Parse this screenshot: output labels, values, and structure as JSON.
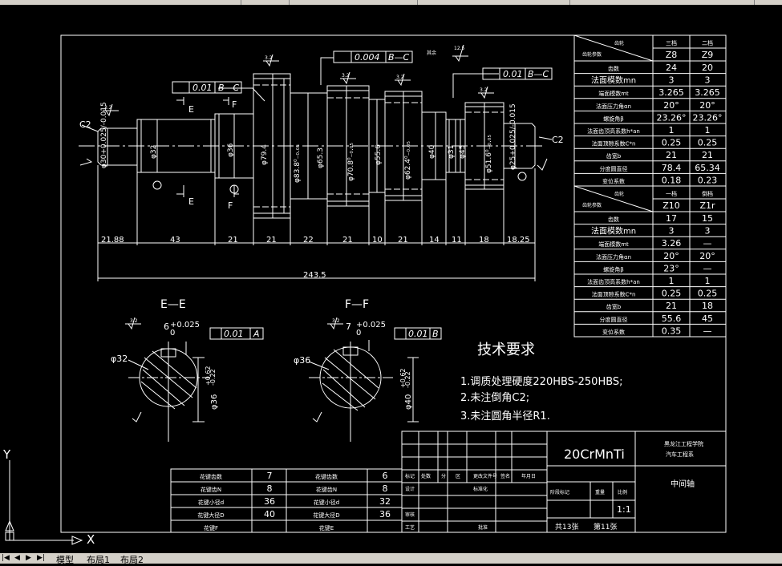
{
  "layout_tabs": {
    "model": "模型",
    "layout1": "布局1",
    "layout2": "布局2"
  },
  "section_views": {
    "ee": {
      "label": "E—E",
      "dia": "φ32",
      "tol_upper": "+0.025",
      "tol_lower": "0",
      "width": "6",
      "sym": "0.01",
      "datum": "A",
      "depth": "φ36",
      "depth_upper": "+0.62",
      "depth_lower": "-0.22",
      "rough": "3.2"
    },
    "ff": {
      "label": "F—F",
      "dia": "φ36",
      "tol_upper": "+0.025",
      "tol_lower": "0",
      "width": "7",
      "sym": "0.01",
      "datum": "B",
      "depth": "φ40",
      "depth_upper": "+0.62",
      "depth_lower": "-0.22",
      "rough": "3.2"
    }
  },
  "tech_requirements": {
    "title": "技术要求",
    "items": [
      "1.调质处理硬度220HBS-250HBS;",
      "2.未注倒角C2;",
      "3.未注圆角半径R1."
    ]
  },
  "shaft": {
    "diameters": [
      "φ30+0.025/-0.015",
      "φ32",
      "φ36",
      "φ79.4",
      "φ83.8⁰₋₀.₀₅",
      "φ65.3",
      "φ70.8⁰₋₀.₀₅",
      "φ55.6",
      "φ62.4⁰₋₀.₀₅",
      "φ40",
      "φ31",
      "φ45",
      "φ51.6⁰₋₀.₀₅",
      "φ25+0.025/-0.015"
    ],
    "lengths": [
      "21.88",
      "43",
      "21",
      "21",
      "22",
      "21",
      "10",
      "21",
      "14",
      "11",
      "18",
      "18.25"
    ],
    "total": "243.5",
    "chamfer_left": "C2",
    "chamfer_right": "C2",
    "runout_left": {
      "value": "0.01",
      "datum": "B—C"
    },
    "flatness_top": {
      "value": "0.004",
      "datum": "B—C"
    },
    "runout_right": {
      "value": "0.01",
      "datum": "B—C"
    },
    "rough_values": [
      "3.2",
      "3.2",
      "3.2",
      "3.2",
      "3.2",
      "3.2",
      "12.5"
    ],
    "other_label": "其余",
    "section_e": "E",
    "section_f": "F",
    "datum_b": "B",
    "datum_c": "C"
  },
  "gear_table_top": {
    "head_left": "齿轮",
    "head_left2": "齿轮参数",
    "col_a": "三档",
    "col_b": "二档",
    "rows": [
      [
        "",
        "Z8",
        "Z9"
      ],
      [
        "齿数",
        "24",
        "20"
      ],
      [
        "法面模数mn",
        "3",
        "3"
      ],
      [
        "端面模数mt",
        "3.265",
        "3.265"
      ],
      [
        "法面压力角αn",
        "20°",
        "20°"
      ],
      [
        "螺旋角β",
        "23.26°",
        "23.26°"
      ],
      [
        "法面齿顶高系数h*an",
        "1",
        "1"
      ],
      [
        "法面顶隙系数C*n",
        "0.25",
        "0.25"
      ],
      [
        "齿宽b",
        "21",
        "21"
      ],
      [
        "分度圆直径",
        "78.4",
        "65.34"
      ],
      [
        "变位系数",
        "0.18",
        "0.23"
      ]
    ]
  },
  "gear_table_bottom": {
    "head_left": "齿轮",
    "head_left2": "齿轮参数",
    "col_a": "一档",
    "col_b": "倒档",
    "rows": [
      [
        "",
        "Z10",
        "Z1r"
      ],
      [
        "齿数",
        "17",
        "15"
      ],
      [
        "法面模数mn",
        "3",
        "3"
      ],
      [
        "端面模数mt",
        "3.26",
        "—"
      ],
      [
        "法面压力角αn",
        "20°",
        "20°"
      ],
      [
        "螺旋角β",
        "23°",
        "—"
      ],
      [
        "法面齿顶高系数h*an",
        "1",
        "1"
      ],
      [
        "法面顶隙系数C*n",
        "0.25",
        "0.25"
      ],
      [
        "齿宽b",
        "21",
        "18"
      ],
      [
        "分度圆直径",
        "55.6",
        "45"
      ],
      [
        "变位系数",
        "0.35",
        "—"
      ]
    ]
  },
  "spline_table": {
    "rows": [
      [
        "花键齿数",
        "7",
        "花键齿数",
        "6"
      ],
      [
        "花键齿N",
        "8",
        "花键齿N",
        "8"
      ],
      [
        "花键小径d",
        "36",
        "花键小径d",
        "32"
      ],
      [
        "花键大径D",
        "40",
        "花键大径D",
        "36"
      ],
      [
        "花键F",
        "",
        "花键E",
        ""
      ]
    ]
  },
  "title_block": {
    "material": "20CrMnTi",
    "school": "黑龙江工程学院",
    "dept": "汽车工程系",
    "part_name": "中间轴",
    "scale": "1:1",
    "sheets": "共13张",
    "sheet_no": "第11张",
    "labels": [
      "标记",
      "处数",
      "分",
      "区",
      "更改文件号",
      "签名",
      "年月日",
      "设计",
      "标准化",
      "阶段标记",
      "重量",
      "比例",
      "审核",
      "工艺",
      "批准"
    ]
  }
}
